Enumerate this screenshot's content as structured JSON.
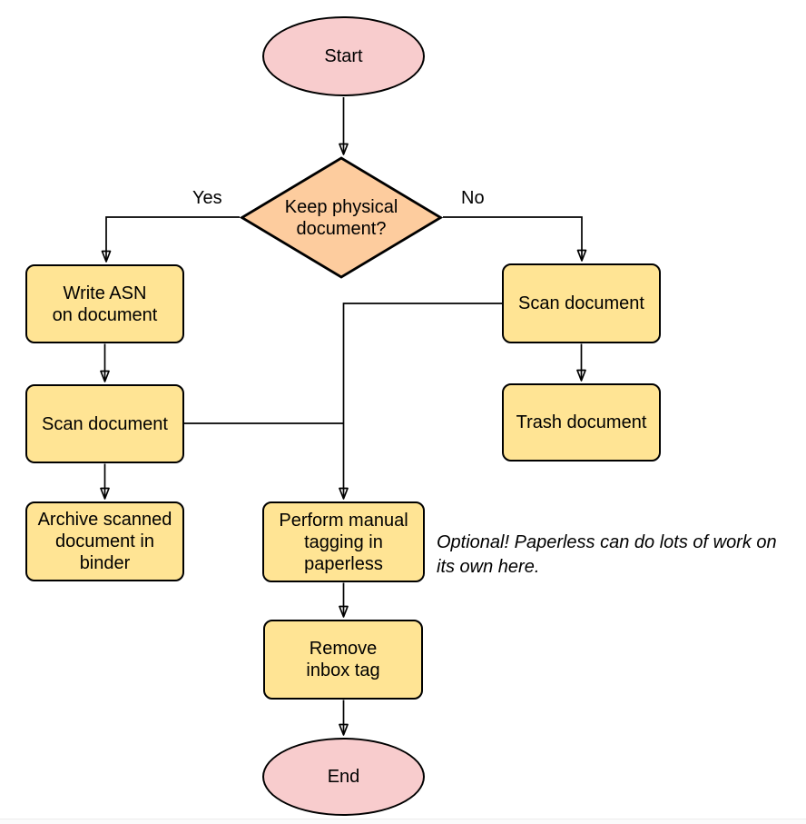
{
  "diagram": {
    "type": "flowchart",
    "colors": {
      "background": "#ffffff",
      "terminal_fill": "#f8cccd",
      "decision_fill": "#fdcc9e",
      "process_fill": "#ffe494",
      "stroke": "#000000",
      "text": "#000000"
    },
    "nodes": {
      "start": {
        "type": "terminal",
        "label": [
          "Start"
        ]
      },
      "keep_physical": {
        "type": "decision",
        "label": [
          "Keep physical",
          "document?"
        ]
      },
      "write_asn": {
        "type": "process",
        "label": [
          "Write ASN",
          "on document"
        ]
      },
      "scan_document_left": {
        "type": "process",
        "label": [
          "Scan document"
        ]
      },
      "archive_binder": {
        "type": "process",
        "label": [
          "Archive scanned",
          "document in",
          "binder"
        ]
      },
      "scan_document_right": {
        "type": "process",
        "label": [
          "Scan document"
        ]
      },
      "trash_document": {
        "type": "process",
        "label": [
          "Trash document"
        ]
      },
      "manual_tagging": {
        "type": "process",
        "label": [
          "Perform manual",
          "tagging in",
          "paperless"
        ]
      },
      "remove_inbox_tag": {
        "type": "process",
        "label": [
          "Remove",
          "inbox tag"
        ]
      },
      "end": {
        "type": "terminal",
        "label": [
          "End"
        ]
      }
    },
    "edge_labels": {
      "yes": "Yes",
      "no": "No"
    },
    "annotation": [
      "Optional! Paperless can do lots of work on",
      "its own here."
    ]
  }
}
